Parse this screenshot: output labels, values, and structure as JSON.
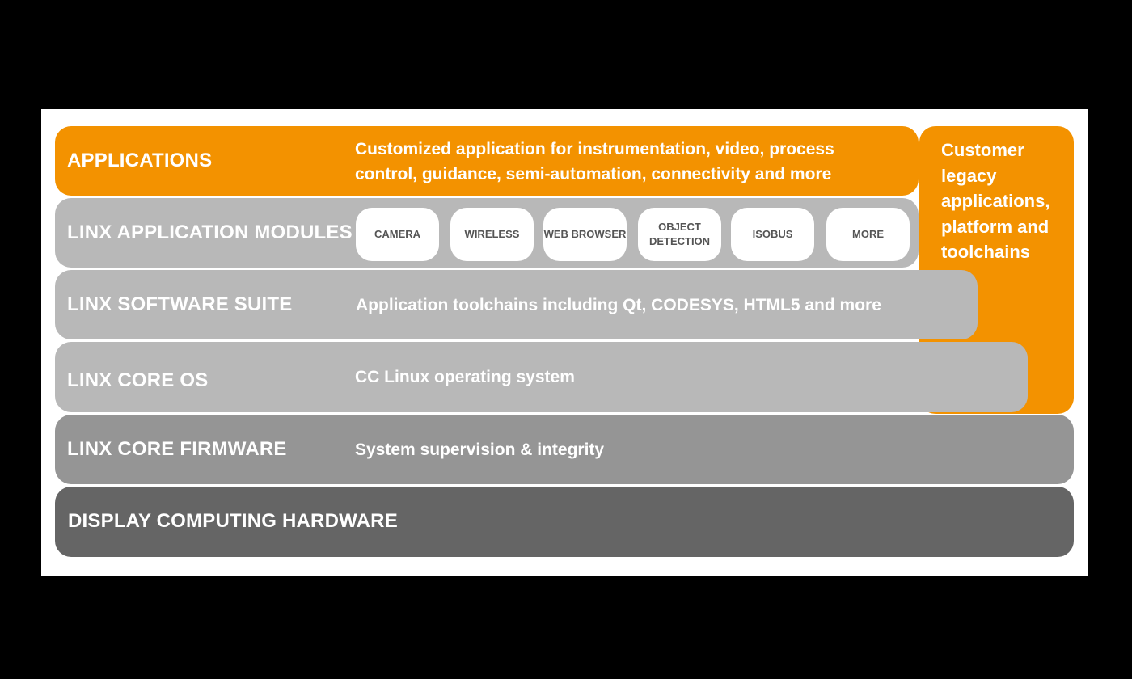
{
  "diagram": {
    "colors": {
      "orange": "#f39200",
      "light_gray": "#b8b8b8",
      "mid_gray": "#959595",
      "dark_gray": "#656565",
      "white": "#ffffff"
    },
    "layers": [
      {
        "title": "APPLICATIONS",
        "description_lines": [
          "Customized application for instrumentation, video, process",
          "control, guidance, semi-automation, connectivity and more"
        ]
      },
      {
        "title": "LINX APPLICATION MODULES",
        "modules": [
          {
            "label": "CAMERA"
          },
          {
            "label": "WIRELESS"
          },
          {
            "label": "WEB BROWSER"
          },
          {
            "label_lines": [
              "OBJECT",
              "DETECTION"
            ]
          },
          {
            "label": "ISOBUS"
          },
          {
            "label": "MORE"
          }
        ]
      },
      {
        "title": "LINX SOFTWARE SUITE",
        "description": "Application toolchains including Qt, CODESYS, HTML5 and more"
      },
      {
        "title": "LINX CORE OS",
        "description": "CC Linux operating system"
      },
      {
        "title": "LINX CORE FIRMWARE",
        "description": "System supervision & integrity"
      },
      {
        "title": "DISPLAY COMPUTING HARDWARE"
      }
    ],
    "side_panel": {
      "lines": [
        "Customer",
        "legacy",
        "applications,",
        "platform and",
        "toolchains"
      ]
    }
  }
}
